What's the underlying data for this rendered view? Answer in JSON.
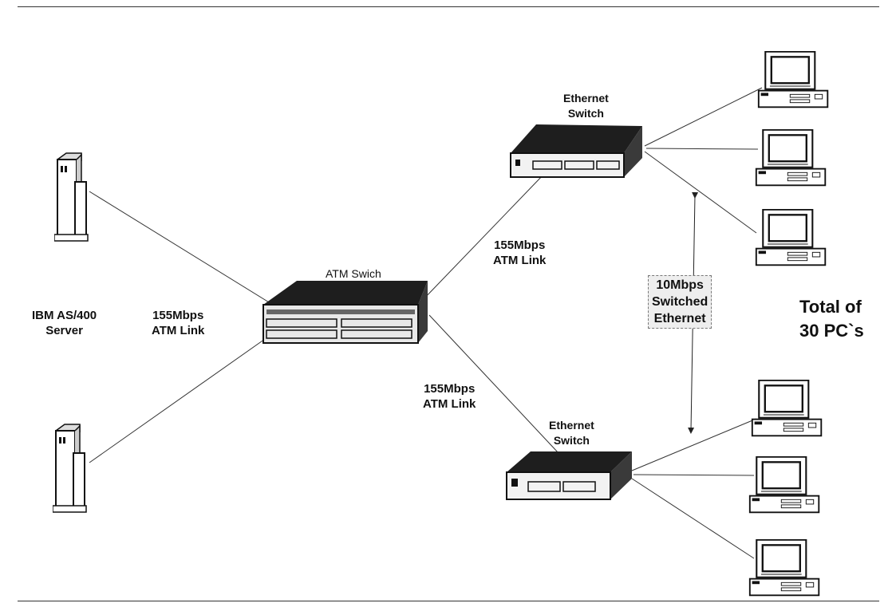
{
  "labels": {
    "server": [
      "IBM AS/400",
      "Server"
    ],
    "link_left": [
      "155Mbps",
      "ATM Link"
    ],
    "atm_switch": "ATM Swich",
    "link_upper": [
      "155Mbps",
      "ATM Link"
    ],
    "link_lower": [
      "155Mbps",
      "ATM Link"
    ],
    "eth_switch_top": [
      "Ethernet",
      "Switch"
    ],
    "eth_switch_bottom": [
      "Ethernet",
      "Switch"
    ],
    "switched_ethernet": [
      "10Mbps",
      "Switched",
      "Ethernet"
    ],
    "total": [
      "Total of",
      "30 PC`s"
    ]
  },
  "devices": {
    "servers": [
      "server",
      "server"
    ],
    "pcs": [
      "pc",
      "pc",
      "pc",
      "pc",
      "pc",
      "pc"
    ]
  },
  "icons": {
    "server": "tower-server-icon",
    "atm_switch": "atm-switch-icon",
    "ethernet_switch": "ethernet-switch-icon",
    "pc": "desktop-pc-icon",
    "arrow": "double-arrow-icon"
  }
}
